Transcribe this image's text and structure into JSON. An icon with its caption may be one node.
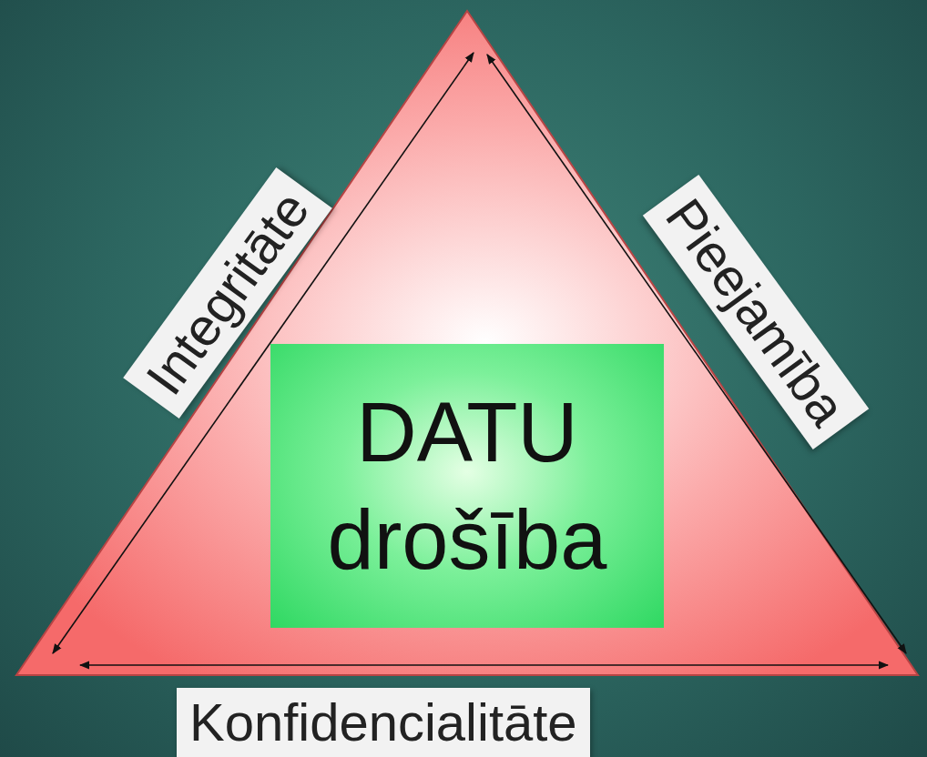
{
  "diagram": {
    "nodes": [
      {
        "text": [],
        "shape": "triangle"
      },
      {
        "text": [
          "DATU drošība"
        ],
        "in": 0
      }
    ],
    "labels": [
      "Integritāte",
      "Pieejamība",
      "Konfidencialitāte"
    ]
  }
}
